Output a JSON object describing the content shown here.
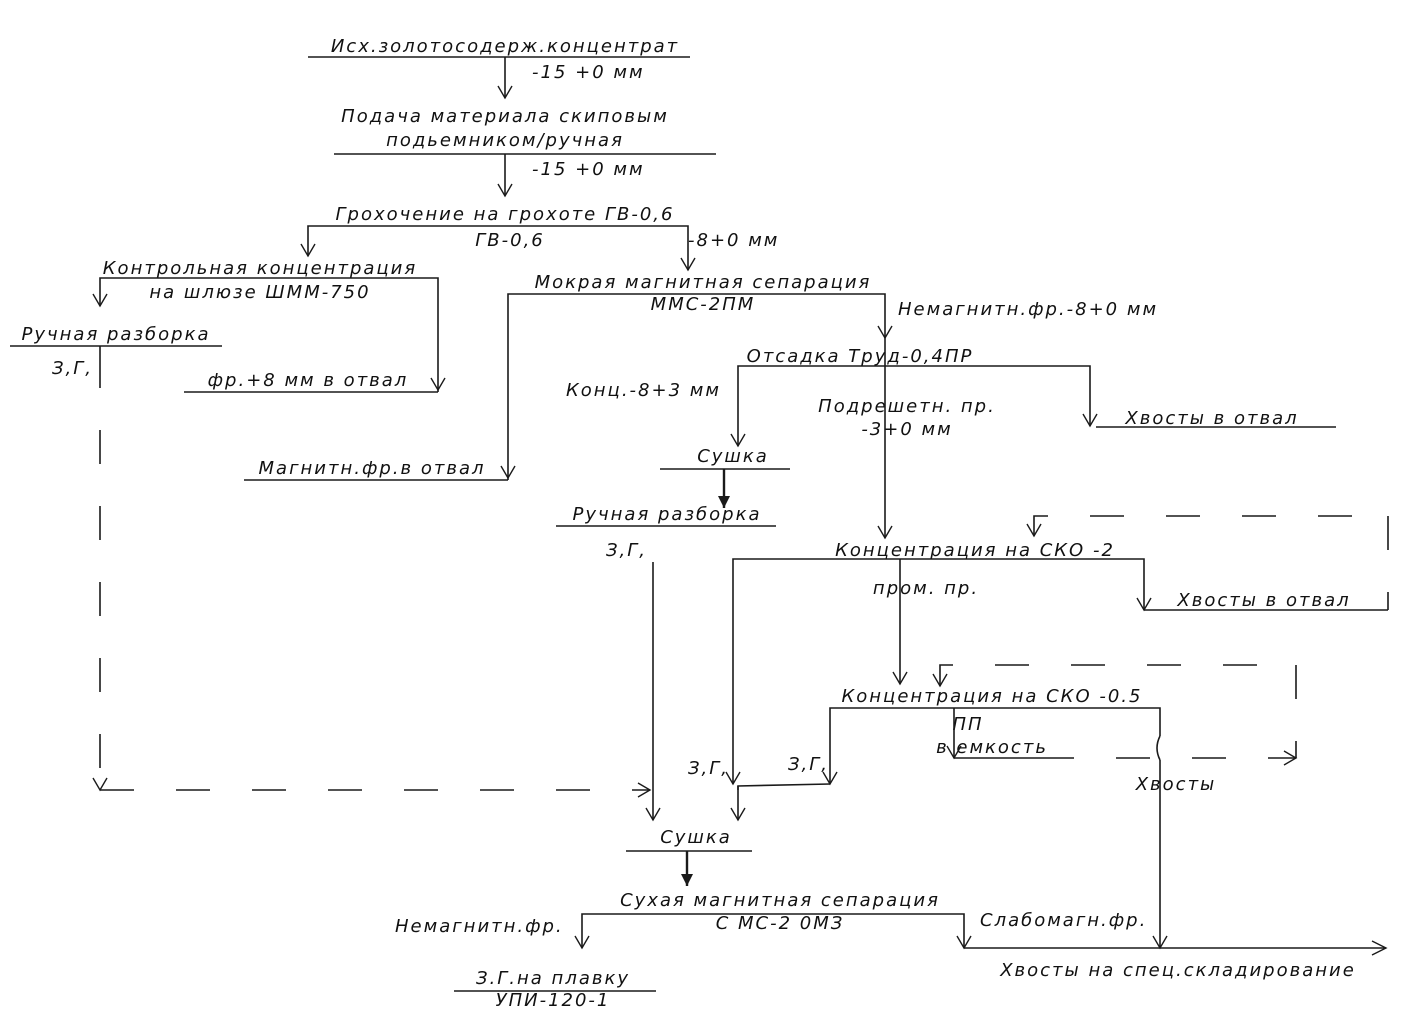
{
  "nodes": {
    "n_src": "Исх.золотосодерж.концентрат",
    "n_feed_1": "Подача материала скиповым",
    "n_feed_2": "подьемником/ручная",
    "n_screen": "Грохочение на грохоте ГВ-0,6",
    "n_screen_sub": "ГВ-0,6",
    "n_control_1": "Контрольная концентрация",
    "n_control_2": "на шлюзе ШММ-750",
    "n_hand1": "Ручная разборка",
    "n_oversize": "фр.+8 мм в отвал",
    "n_wms": "Мокрая магнитная сепарация",
    "n_wms_sub": "ММС-2ПМ",
    "n_magnetic_dump": "Магнитн.фр.в отвал",
    "n_jig": "Отсадка Труд-0,4ПР",
    "n_jig_tails": "Хвосты в отвал",
    "n_dry1": "Сушка",
    "n_hand2": "Ручная разборка",
    "n_sko2": "Концентрация на СКО -2",
    "n_sko2_tails": "Хвосты в отвал",
    "n_sko05": "Концентрация на СКО -0.5",
    "n_pp": "ПП",
    "n_tank": "в емкость",
    "n_sko05_tails": "Хвосты",
    "n_dry2": "Сушка",
    "n_dms_1": "Сухая магнитная сепарация",
    "n_dms_2": "С МС-2 0МЗ",
    "n_smelt_1": "З.Г.на плавку",
    "n_smelt_2": "УПИ-120-1",
    "n_storage": "Хвосты на спец.складирование"
  },
  "flows": {
    "f_size1": "-15 +0  мм",
    "f_size2": "-15 +0  мм",
    "f_undersize": "-8+0  мм",
    "f_nonmag": "Немагнитн.фр.-8+0  мм",
    "f_zg1": "З,Г,",
    "f_conc": "Конц.-8+3 мм",
    "f_subscreen_1": "Подрешетн. пр.",
    "f_subscreen_2": "-3+0 мм",
    "f_zg2": "З,Г,",
    "f_middling": "пром. пр.",
    "f_zg3": "З,Г,",
    "f_zg4": "З,Г,",
    "f_nonmag_final": "Немагнитн.фр.",
    "f_weakmag": "Слабомагн.фр."
  }
}
